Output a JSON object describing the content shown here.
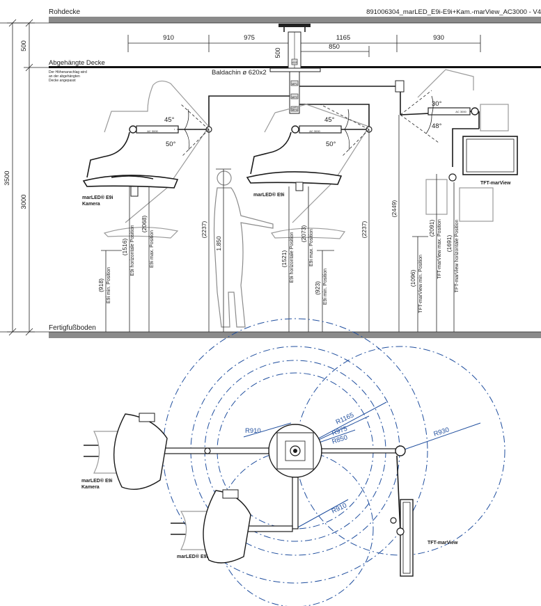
{
  "header": {
    "left_label": "Rohdecke",
    "right_label": "891006304_marLED_E9i-E9i+Kam.-marView_AC3000 - V4"
  },
  "ceiling": {
    "label": "Abgehängte Decke",
    "note": [
      "Der Höhenanschlag wird",
      "an der abgehängten",
      "Decke angepasst"
    ],
    "canopy_label": "Baldachin ø 620x2"
  },
  "floor": {
    "label": "Fertigfußboden"
  },
  "vertical_dims": {
    "total": "3500",
    "upper": "500",
    "lower": "3000",
    "stem": "500"
  },
  "horizontal_dims": {
    "d1": "910",
    "d2": "975",
    "d3": "1165",
    "d4": "930",
    "d5": "850"
  },
  "angles": {
    "a1": "45°",
    "a2": "50°",
    "a3": "45°",
    "a4": "50°",
    "a5": "30°",
    "a6": "48°"
  },
  "tags": {
    "ac": "AC 3000",
    "v110": "v110",
    "mp1": "MP1",
    "mp2": "MP2",
    "mp3": "MP3"
  },
  "lamp_labels": {
    "e9i_kamera": [
      "marLED® E9i",
      "Kamera"
    ],
    "e9i": "marLED® E9i",
    "tft": "TFT-marView"
  },
  "height_labels": {
    "h918": "(918)",
    "h918_txt": "E9i min. Position",
    "h1516": "(1516)",
    "h1516_txt": "E9i horizontale Position",
    "h2068": "(2068)",
    "h2068_txt": "E9i max. Position",
    "h2237a": "(2237)",
    "person": "1.850",
    "h1521": "(1521)",
    "h1521_txt": "E9i horizontale Position",
    "h2073": "(2073)",
    "h2073_txt": "E9i max. Position",
    "h923": "(923)",
    "h923_txt": "E9i min. Position",
    "h2237b": "(2237)",
    "h2449": "(2449)",
    "h1096": "(1096)",
    "h1096_txt": "TFT-marView min. Position",
    "h2091": "(2091)",
    "h2091_txt": "TFT-marView max. Position",
    "h1691": "(1691)",
    "h1691_txt": "TFT-marView horizontale Position"
  },
  "plan": {
    "r910a": "R910",
    "r1165": "R1165",
    "r975": "R975",
    "r850": "R850",
    "r930": "R930",
    "r910b": "R910",
    "lbl_e9i_kamera": [
      "marLED® E9i",
      "Kamera"
    ],
    "lbl_e9i": "marLED® E9i",
    "lbl_tft": "TFT-marView"
  }
}
